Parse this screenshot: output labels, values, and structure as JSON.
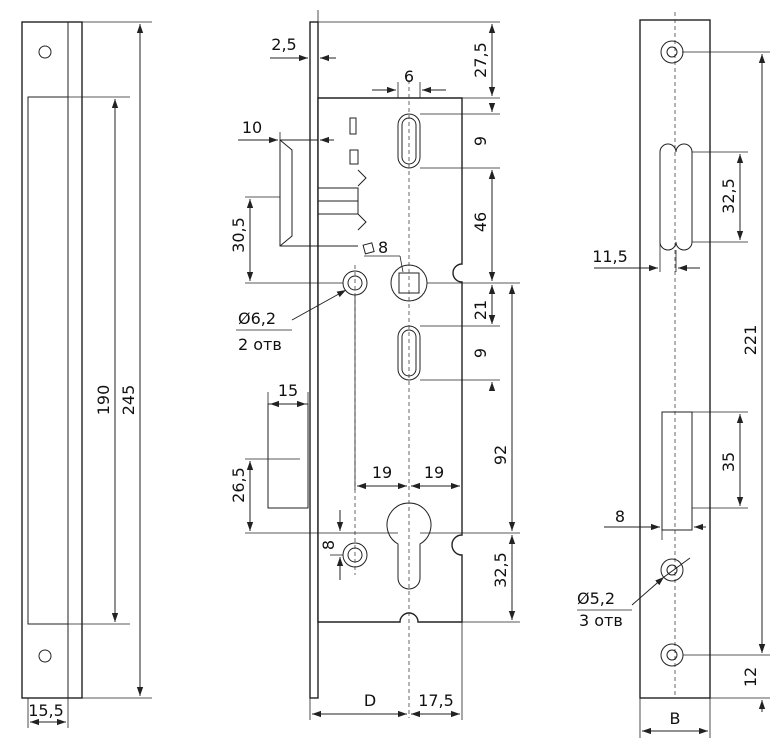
{
  "left_view": {
    "dims": {
      "d190": "190",
      "d245": "245",
      "d15_5": "15,5"
    }
  },
  "front_view": {
    "dims": {
      "d2_5": "2,5",
      "d27_5": "27,5",
      "d6": "6",
      "d9_top": "9",
      "d10": "10",
      "d46": "46",
      "d30_5": "30,5",
      "sq8": "8",
      "d21": "21",
      "d9_mid": "9",
      "d15": "15",
      "d92": "92",
      "d19_left": "19",
      "d19_right": "19",
      "d26_5": "26,5",
      "d8": "8",
      "d32_5": "32,5",
      "dD": "D",
      "d17_5": "17,5"
    },
    "notes": {
      "hole_dia": "Ø6,2",
      "hole_count": "2 отв"
    }
  },
  "strike_view": {
    "dims": {
      "d32_5": "32,5",
      "d11_5": "11,5",
      "d221": "221",
      "d35": "35",
      "d8": "8",
      "d12": "12",
      "dB": "B"
    },
    "notes": {
      "hole_dia": "Ø5,2",
      "hole_count": "3 отв"
    }
  }
}
